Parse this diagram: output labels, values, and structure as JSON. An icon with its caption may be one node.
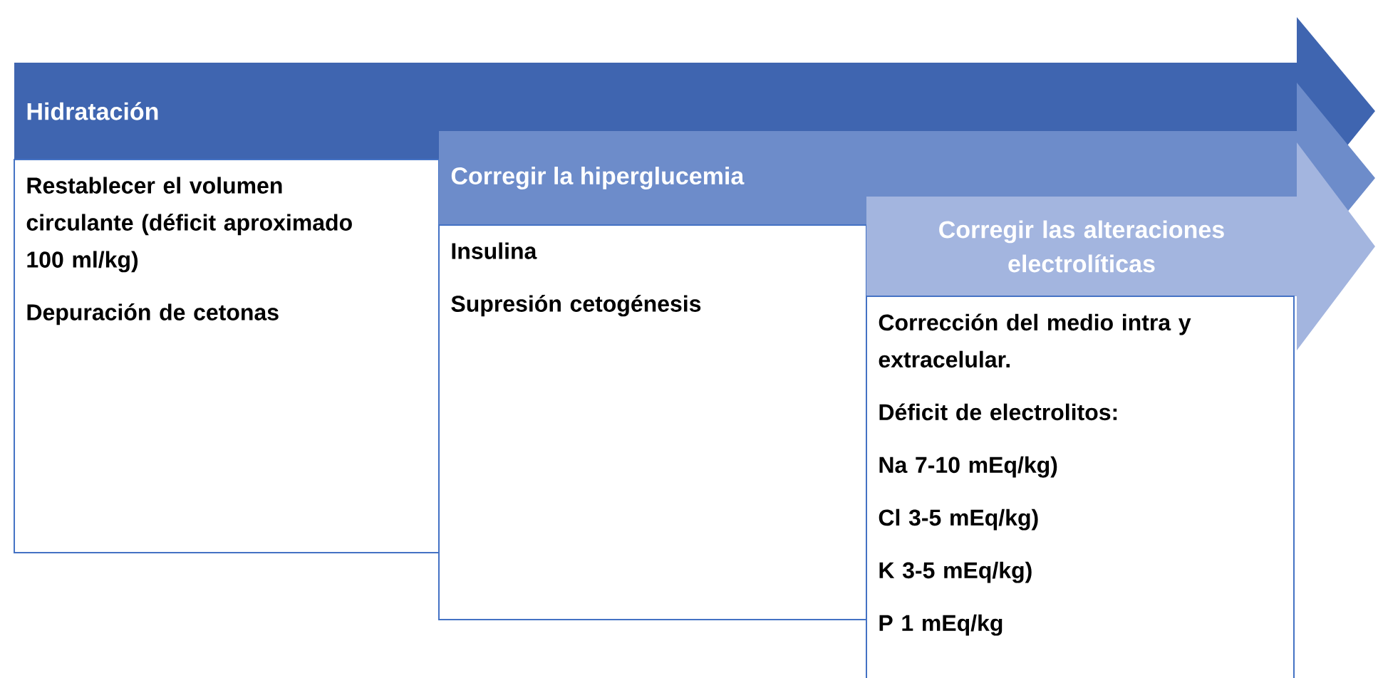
{
  "diagram": {
    "nodes": [
      {
        "text": [
          "Hidratación"
        ]
      },
      {
        "text": [
          "Restablecer el volumen circulante (déficit aproximado 100 ml/kg)",
          "Depuración de cetonas"
        ]
      },
      {
        "text": [
          "Corregir la hiperglucemia"
        ]
      },
      {
        "text": [
          "Insulina",
          "Supresión cetogénesis"
        ]
      },
      {
        "text": [
          "Corregir las alteraciones electrolíticas"
        ]
      },
      {
        "text": [
          "Corrección del medio intra y extracelular.",
          "Déficit de electrolitos:",
          "Na 7-10 mEq/kg)",
          "Cl 3-5 mEq/kg)",
          "K 3-5 mEq/kg)",
          "P 1 mEq/kg"
        ]
      }
    ]
  }
}
